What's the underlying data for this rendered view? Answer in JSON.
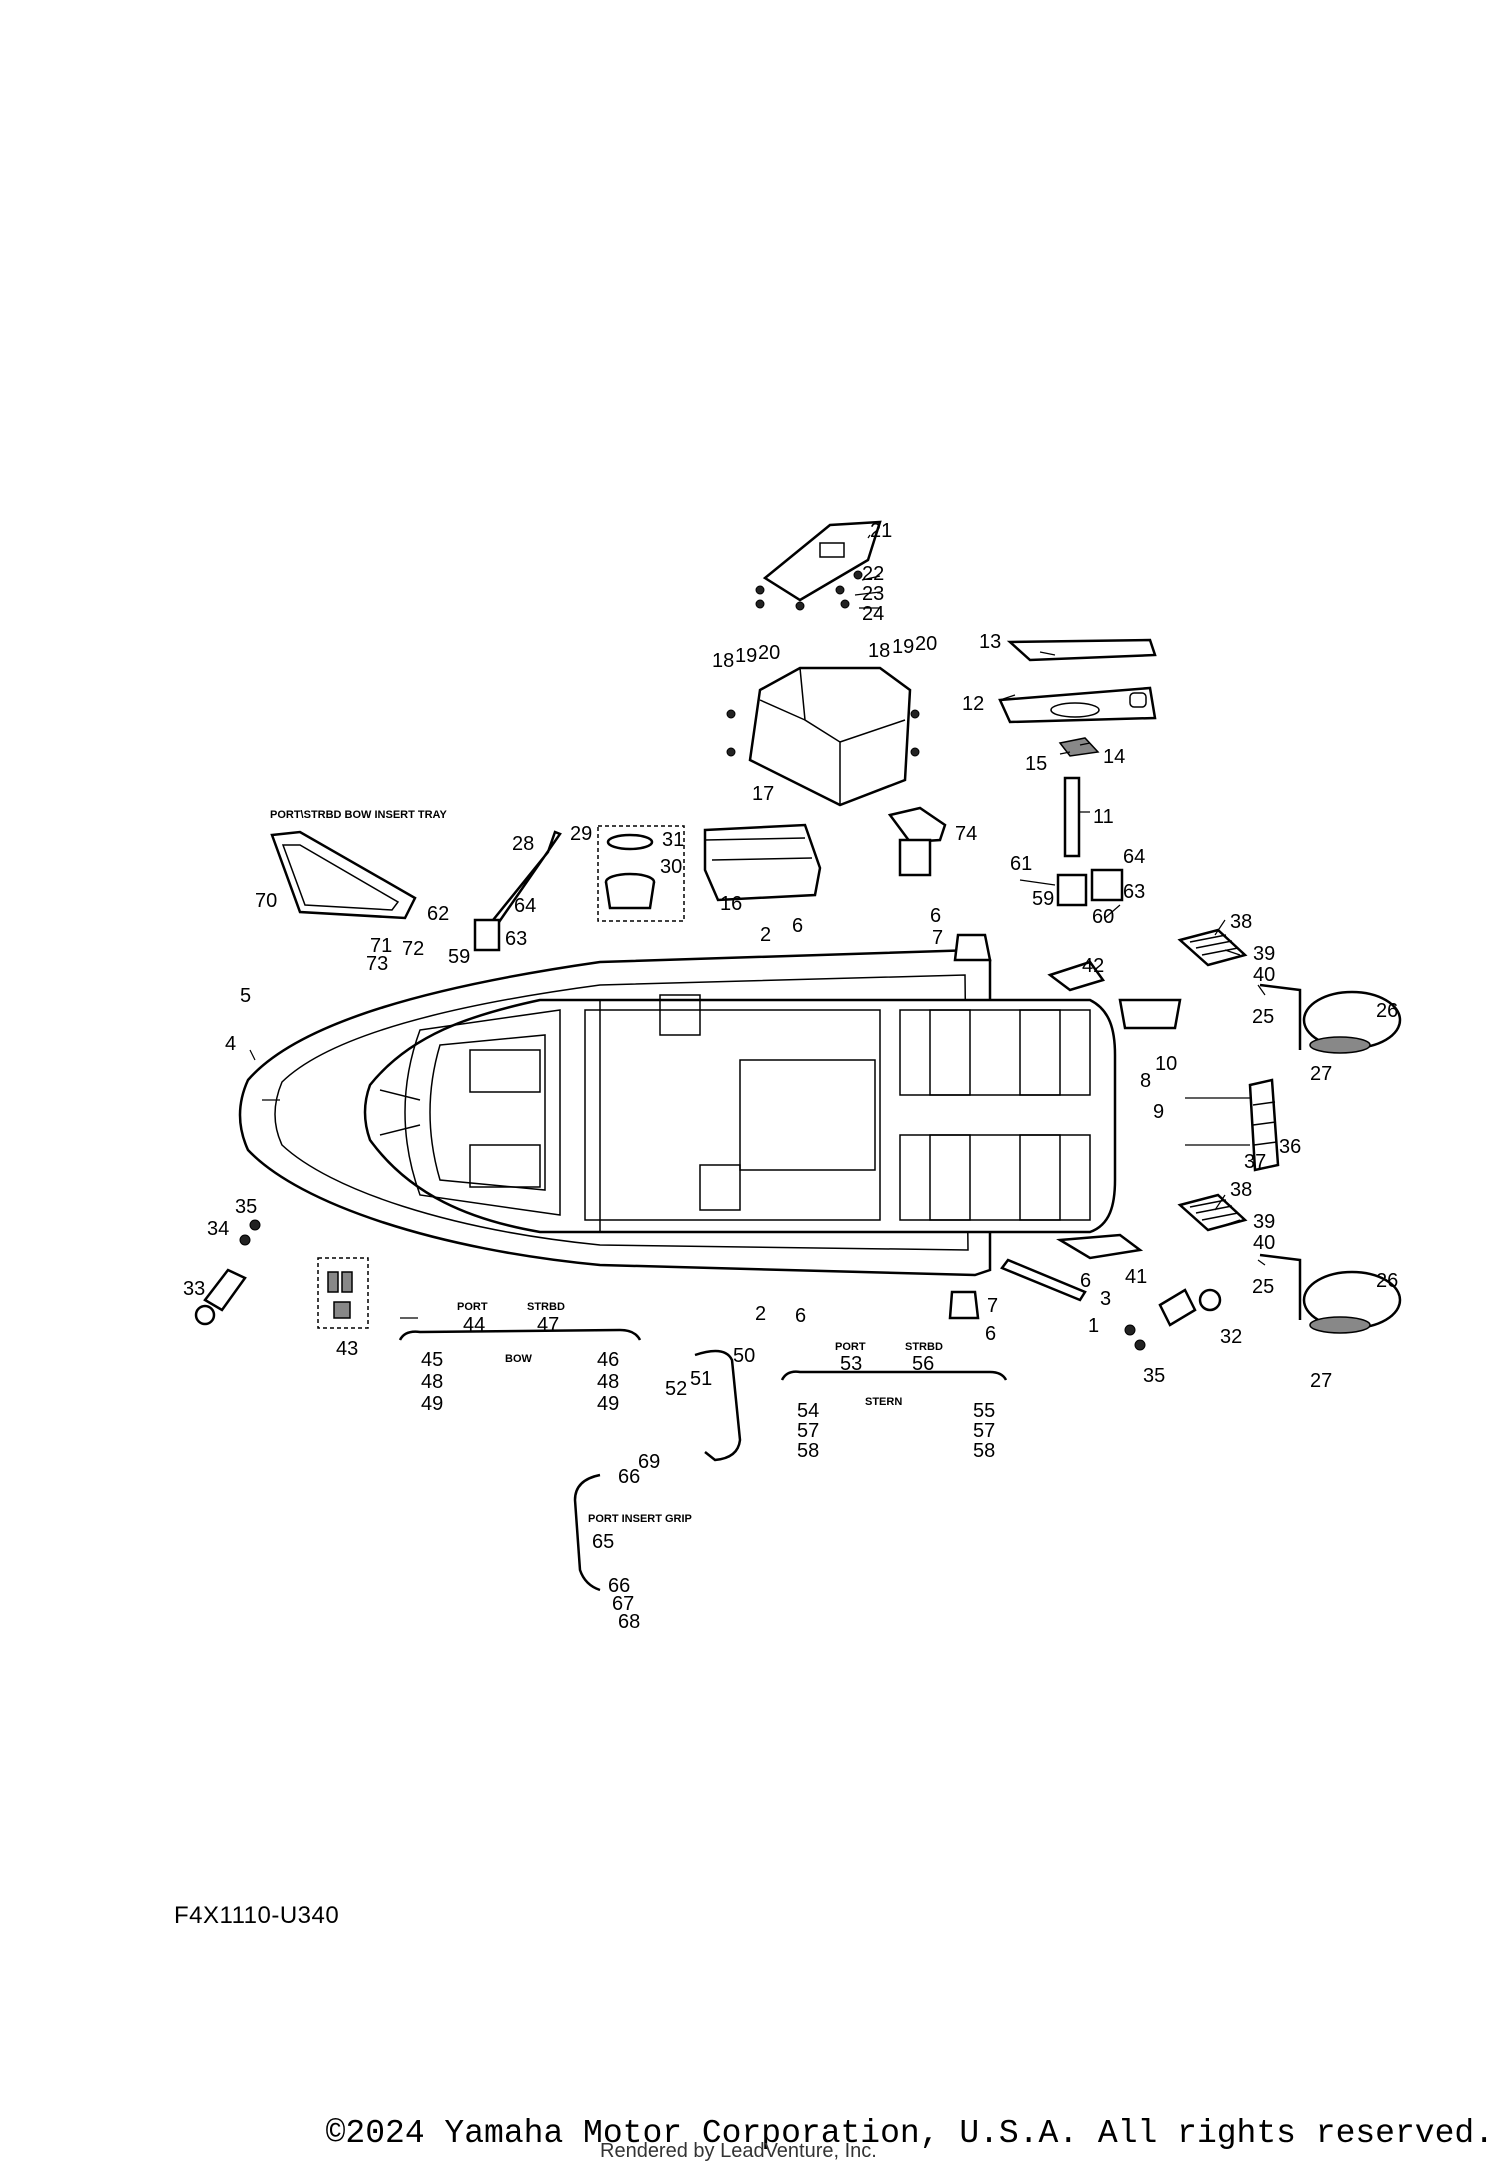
{
  "diagram": {
    "code": "F4X1110-U340",
    "copyright": "©2024 Yamaha Motor Corporation, U.S.A. All rights reserved.",
    "rendered_by": "Rendered by LeadVenture, Inc.",
    "labels": {
      "bow_insert_tray": "PORT\\STRBD BOW INSERT TRAY",
      "port_insert_grip": "PORT INSERT GRIP",
      "port_a": "PORT",
      "strbd_a": "STRBD",
      "bow": "BOW",
      "port_b": "PORT",
      "strbd_b": "STRBD",
      "stern": "STERN"
    },
    "callouts": [
      "1",
      "2",
      "2",
      "3",
      "4",
      "5",
      "6",
      "6",
      "6",
      "6",
      "6",
      "7",
      "7",
      "8",
      "9",
      "10",
      "11",
      "12",
      "13",
      "14",
      "15",
      "16",
      "17",
      "18",
      "19",
      "20",
      "18",
      "19",
      "20",
      "21",
      "22",
      "23",
      "24",
      "25",
      "25",
      "26",
      "26",
      "27",
      "27",
      "28",
      "29",
      "30",
      "31",
      "32",
      "33",
      "34",
      "35",
      "35",
      "36",
      "37",
      "38",
      "38",
      "39",
      "39",
      "40",
      "40",
      "41",
      "42",
      "43",
      "44",
      "45",
      "46",
      "47",
      "48",
      "48",
      "49",
      "49",
      "50",
      "51",
      "52",
      "53",
      "54",
      "55",
      "56",
      "57",
      "57",
      "58",
      "58",
      "59",
      "59",
      "60",
      "61",
      "62",
      "63",
      "63",
      "64",
      "64",
      "65",
      "66",
      "66",
      "67",
      "68",
      "69",
      "70",
      "71",
      "72",
      "73",
      "74"
    ]
  }
}
